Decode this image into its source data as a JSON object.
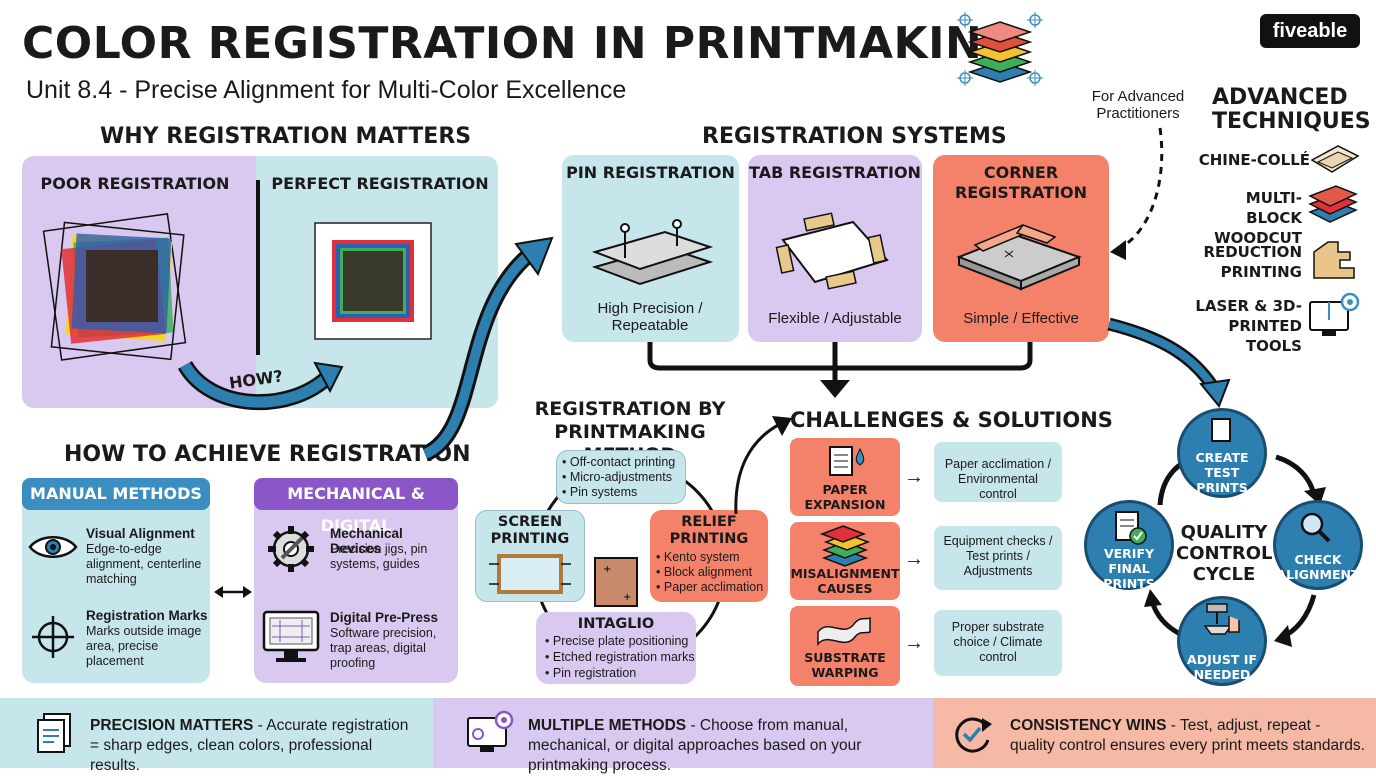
{
  "header": {
    "title": "COLOR REGISTRATION IN PRINTMAKING",
    "subtitle": "Unit 8.4 - Precise Alignment for Multi-Color Excellence",
    "brand": "fiveable"
  },
  "why": {
    "heading": "WHY REGISTRATION MATTERS",
    "poor": "POOR REGISTRATION",
    "perfect": "PERFECT REGISTRATION",
    "how": "HOW?"
  },
  "achieve": {
    "heading": "HOW TO ACHIEVE REGISTRATION",
    "manual_title": "MANUAL METHODS",
    "visual_title": "Visual Alignment",
    "visual_desc": "Edge-to-edge alignment, centerline matching",
    "marks_title": "Registration Marks",
    "marks_desc": "Marks outside image area, precise placement",
    "mech_title": "MECHANICAL & DIGITAL",
    "devices_title": "Mechanical Devices",
    "devices_desc": "Precision jigs, pin systems, guides",
    "prepress_title": "Digital Pre-Press",
    "prepress_desc": "Software precision, trap areas, digital proofing"
  },
  "systems": {
    "heading": "REGISTRATION SYSTEMS",
    "pin_title": "PIN REGISTRATION",
    "pin_desc": "High Precision / Repeatable",
    "tab_title": "TAB REGISTRATION",
    "tab_desc": "Flexible / Adjustable",
    "corner_title": "CORNER REGISTRATION",
    "corner_desc": "Simple / Effective"
  },
  "advanced": {
    "note": "For Advanced Practitioners",
    "heading": "ADVANCED TECHNIQUES",
    "items": [
      "CHINE-COLLÉ",
      "MULTI-BLOCK WOODCUT",
      "REDUCTION PRINTING",
      "LASER & 3D-PRINTED TOOLS"
    ]
  },
  "method": {
    "heading": "REGISTRATION BY PRINTMAKING METHOD",
    "top_bullets": [
      "Off-contact printing",
      "Micro-adjustments",
      "Pin systems"
    ],
    "screen": "SCREEN PRINTING",
    "relief": "RELIEF PRINTING",
    "relief_bullets": [
      "Kento system",
      "Block alignment",
      "Paper acclimation"
    ],
    "intaglio": "INTAGLIO",
    "intaglio_bullets": [
      "Precise plate positioning",
      "Etched registration marks",
      "Pin registration"
    ]
  },
  "challenges": {
    "heading": "CHALLENGES & SOLUTIONS",
    "rows": [
      {
        "problem": "PAPER EXPANSION",
        "solution": "Paper acclimation / Environmental control"
      },
      {
        "problem": "MISALIGNMENT CAUSES",
        "solution": "Equipment checks / Test prints / Adjustments"
      },
      {
        "problem": "SUBSTRATE WARPING",
        "solution": "Proper substrate choice / Climate control"
      }
    ]
  },
  "qc": {
    "center": "QUALITY CONTROL CYCLE",
    "create": "CREATE TEST PRINTS",
    "check": "CHECK ALIGNMENT",
    "adjust": "ADJUST IF NEEDED",
    "verify": "VERIFY FINAL PRINTS"
  },
  "footer": {
    "left_bold": "PRECISION MATTERS",
    "left_text": " - Accurate registration = sharp edges, clean colors, professional results.",
    "mid_bold": "MULTIPLE METHODS",
    "mid_text": " - Choose from manual, mechanical, or digital approaches based on your printmaking process.",
    "right_bold": "CONSISTENCY WINS",
    "right_text": " - Test, adjust, repeat - quality control ensures every print meets standards."
  },
  "colors": {
    "purple": "#d9c8f0",
    "blue": "#c6e6ec",
    "salmon": "#f4826a",
    "qc_blue": "#2d7fb0",
    "pill_blue": "#3a8fc0",
    "pill_purple": "#8a56c8"
  }
}
